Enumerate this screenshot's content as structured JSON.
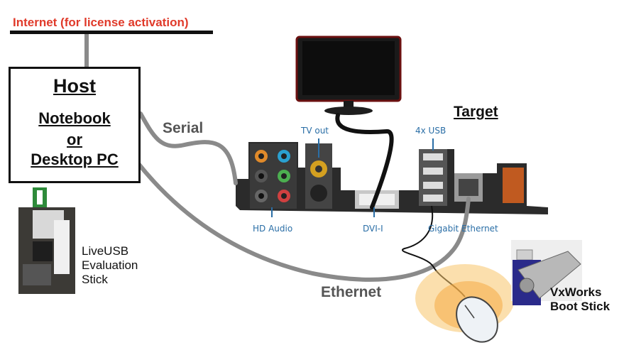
{
  "internet_label": "Internet (for license activation)",
  "host": {
    "title": "Host",
    "line1": "Notebook",
    "line2": "or",
    "line3": "Desktop PC"
  },
  "connections": {
    "serial": "Serial",
    "ethernet": "Ethernet"
  },
  "target": {
    "title": "Target",
    "ports": {
      "tv_out": "TV out",
      "usb": "4x USB",
      "hd_audio": "HD Audio",
      "dvi": "DVI-I",
      "gigabit": "Gigabit Ethernet"
    }
  },
  "liveusb_label": [
    "LiveUSB",
    "Evaluation",
    "Stick"
  ],
  "vxworks_label": [
    "VxWorks",
    "Boot Stick"
  ],
  "colors": {
    "internet_text": "#e03a2a",
    "cable_gray": "#8a8a8a",
    "port_label_blue": "#2a6ea6",
    "board_dark": "#2b2b2b"
  }
}
